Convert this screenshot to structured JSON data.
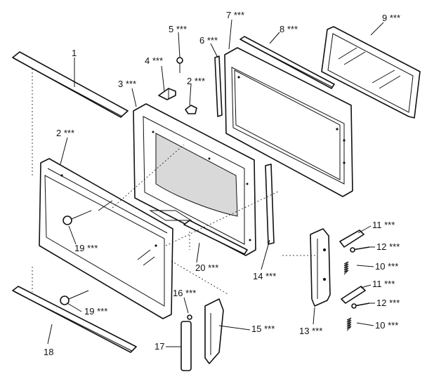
{
  "callouts": {
    "c1": "1",
    "c2a": "2 ***",
    "c2b": "2 ***",
    "c3": "3 ***",
    "c4": "4 ***",
    "c5": "5 ***",
    "c6": "6 ***",
    "c7": "7 ***",
    "c8": "8 ***",
    "c9": "9 ***",
    "c10a": "10 ***",
    "c10b": "10 ***",
    "c11a": "11 ***",
    "c11b": "11 ***",
    "c12a": "12 ***",
    "c12b": "12 ***",
    "c13": "13 ***",
    "c14": "14 ***",
    "c15": "15 ***",
    "c16": "16 ***",
    "c17": "17",
    "c18": "18",
    "c19a": "19 ***",
    "c19b": "19 ***",
    "c20": "20 ***"
  }
}
